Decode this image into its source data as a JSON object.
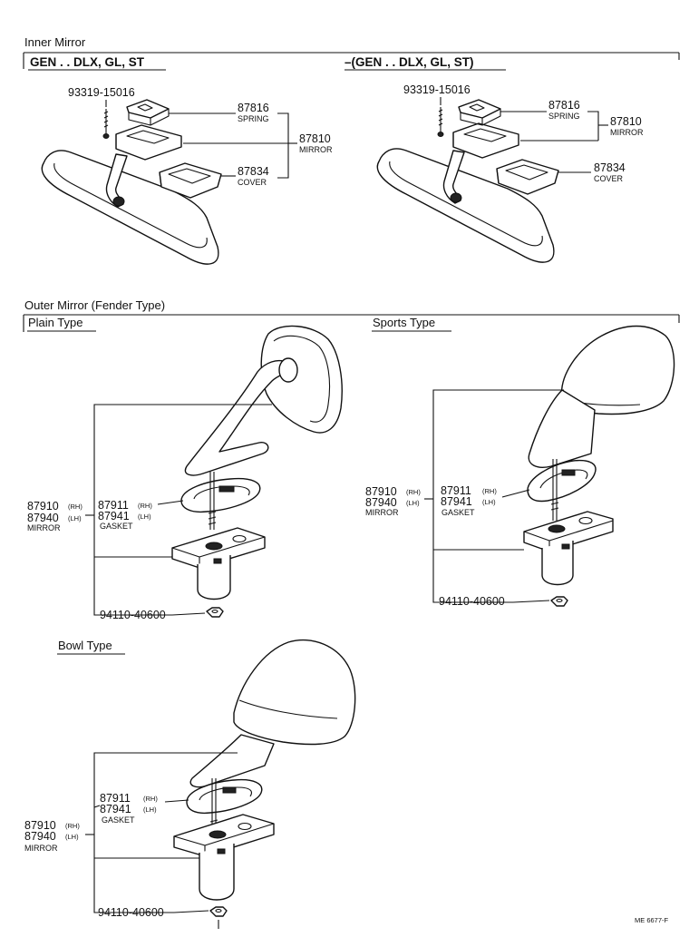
{
  "inner_mirror": {
    "title": "Inner Mirror",
    "variant_left": "GEN . . DLX, GL, ST",
    "variant_right": "–(GEN . . DLX, GL, ST)",
    "left": {
      "screw_part": "93319-15016",
      "spring_part": "87816",
      "spring_label": "SPRING",
      "mirror_part": "87810",
      "mirror_label": "MIRROR",
      "cover_part": "87834",
      "cover_label": "COVER"
    },
    "right": {
      "screw_part": "93319-15016",
      "spring_part": "87816",
      "spring_label": "SPRING",
      "mirror_part": "87810",
      "mirror_label": "MIRROR",
      "cover_part": "87834",
      "cover_label": "COVER"
    }
  },
  "outer_mirror": {
    "title": "Outer Mirror (Fender Type)",
    "plain": {
      "title": "Plain Type",
      "mirror_rh": "87910",
      "mirror_lh": "87940",
      "mirror_label": "MIRROR",
      "gasket_rh": "87911",
      "gasket_lh": "87941",
      "gasket_label": "GASKET",
      "nut_part": "94110-40600",
      "rh": "(RH)",
      "lh": "(LH)"
    },
    "sports": {
      "title": "Sports Type",
      "mirror_rh": "87910",
      "mirror_lh": "87940",
      "mirror_label": "MIRROR",
      "gasket_rh": "87911",
      "gasket_lh": "87941",
      "gasket_label": "GASKET",
      "nut_part": "94110-40600",
      "rh": "(RH)",
      "lh": "(LH)"
    },
    "bowl": {
      "title": "Bowl Type",
      "mirror_rh": "87910",
      "mirror_lh": "87940",
      "mirror_label": "MIRROR",
      "gasket_rh": "87911",
      "gasket_lh": "87941",
      "gasket_label": "GASKET",
      "nut_part": "94110-40600",
      "rh": "(RH)",
      "lh": "(LH)"
    }
  },
  "footer": {
    "code": "ME 6677-F"
  }
}
